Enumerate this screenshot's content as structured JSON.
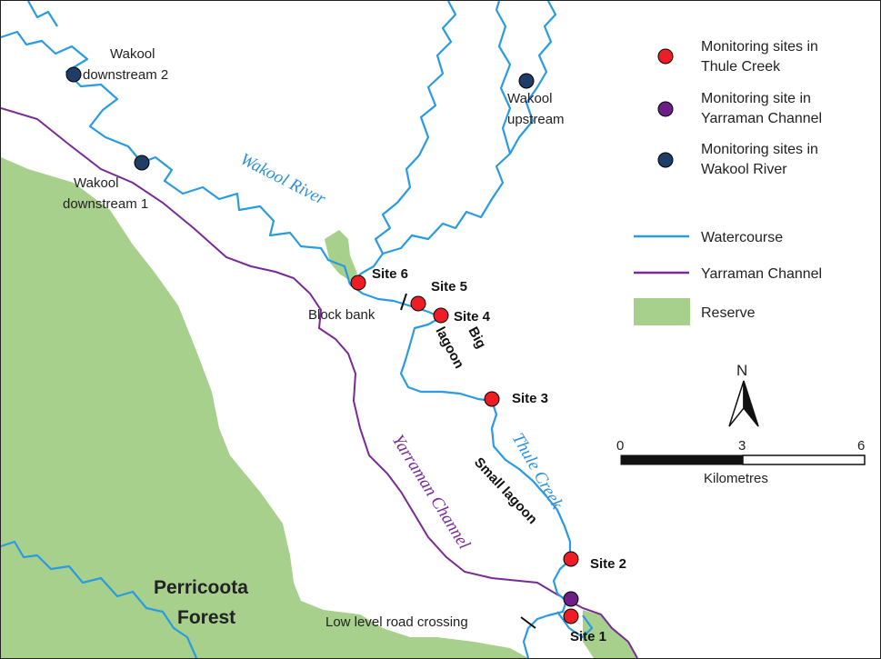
{
  "map": {
    "colors": {
      "watercourse": "#2a9be2",
      "channel": "#7a2a96",
      "reserve": "#a8d08d",
      "thule_site": "#ee1c24",
      "yarraman_site": "#6b1f87",
      "wakool_site": "#1f3d66"
    },
    "region_labels": {
      "forest": [
        "Perricoota",
        "Forest"
      ]
    },
    "feature_labels": {
      "wakool_river": "Wakool River",
      "thule_creek": "Thule Creek",
      "yarraman_channel": "Yarraman Channel",
      "big_lagoon": [
        "Big",
        "lagoon"
      ],
      "small_lagoon": "Small lagoon",
      "block_bank": "Block bank",
      "low_level_crossing": "Low level road crossing"
    },
    "sites": [
      {
        "id": "site-6",
        "label": "Site 6"
      },
      {
        "id": "site-5",
        "label": "Site 5"
      },
      {
        "id": "site-4",
        "label": "Site 4"
      },
      {
        "id": "site-3",
        "label": "Site 3"
      },
      {
        "id": "site-2",
        "label": "Site 2"
      },
      {
        "id": "site-1",
        "label": "Site 1"
      }
    ],
    "wakool_sites": [
      {
        "id": "wakool-downstream-2",
        "label": [
          "Wakool",
          "downstream 2"
        ]
      },
      {
        "id": "wakool-downstream-1",
        "label": [
          "Wakool",
          "downstream 1"
        ]
      },
      {
        "id": "wakool-upstream",
        "label": [
          "Wakool",
          "upstream"
        ]
      }
    ]
  },
  "legend": {
    "items": [
      {
        "id": "thule",
        "label": [
          "Monitoring sites in",
          "Thule Creek"
        ]
      },
      {
        "id": "yarraman",
        "label": [
          "Monitoring site in",
          "Yarraman Channel"
        ]
      },
      {
        "id": "wakool",
        "label": [
          "Monitoring sites in",
          "Wakool River"
        ]
      },
      {
        "id": "watercourse",
        "label": [
          "Watercourse"
        ]
      },
      {
        "id": "channel",
        "label": [
          "Yarraman Channel"
        ]
      },
      {
        "id": "reserve",
        "label": [
          "Reserve"
        ]
      }
    ]
  },
  "north_arrow": {
    "label": "N"
  },
  "scale_bar": {
    "ticks": [
      "0",
      "3",
      "6"
    ],
    "unit": "Kilometres"
  }
}
